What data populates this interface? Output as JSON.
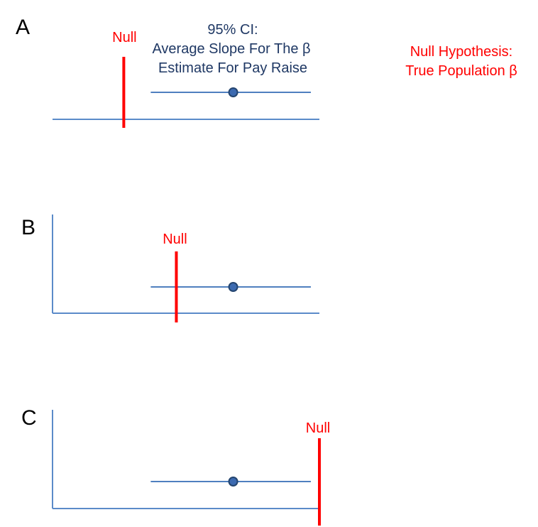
{
  "captions": {
    "ci": {
      "line1": "95% CI:",
      "line2": "Average Slope For The β",
      "line3": "Estimate For Pay Raise"
    },
    "hypothesis": {
      "line1": "Null Hypothesis:",
      "line2": "True Population β"
    }
  },
  "colors": {
    "null": "#ff0000",
    "axis": "#5b8bc9",
    "ci": "#4f7fbf",
    "caption_blue": "#1f3864"
  },
  "panels": [
    {
      "letter": "A",
      "null_label": "Null",
      "has_y_axis": false,
      "ci_low": 0.368,
      "ci_high": 0.968,
      "estimate": 0.677,
      "null_value": 0.267
    },
    {
      "letter": "B",
      "null_label": "Null",
      "has_y_axis": true,
      "ci_low": 0.368,
      "ci_high": 0.968,
      "estimate": 0.677,
      "null_value": 0.464
    },
    {
      "letter": "C",
      "null_label": "Null",
      "has_y_axis": true,
      "ci_low": 0.368,
      "ci_high": 0.968,
      "estimate": 0.677,
      "null_value": 1.0
    }
  ]
}
